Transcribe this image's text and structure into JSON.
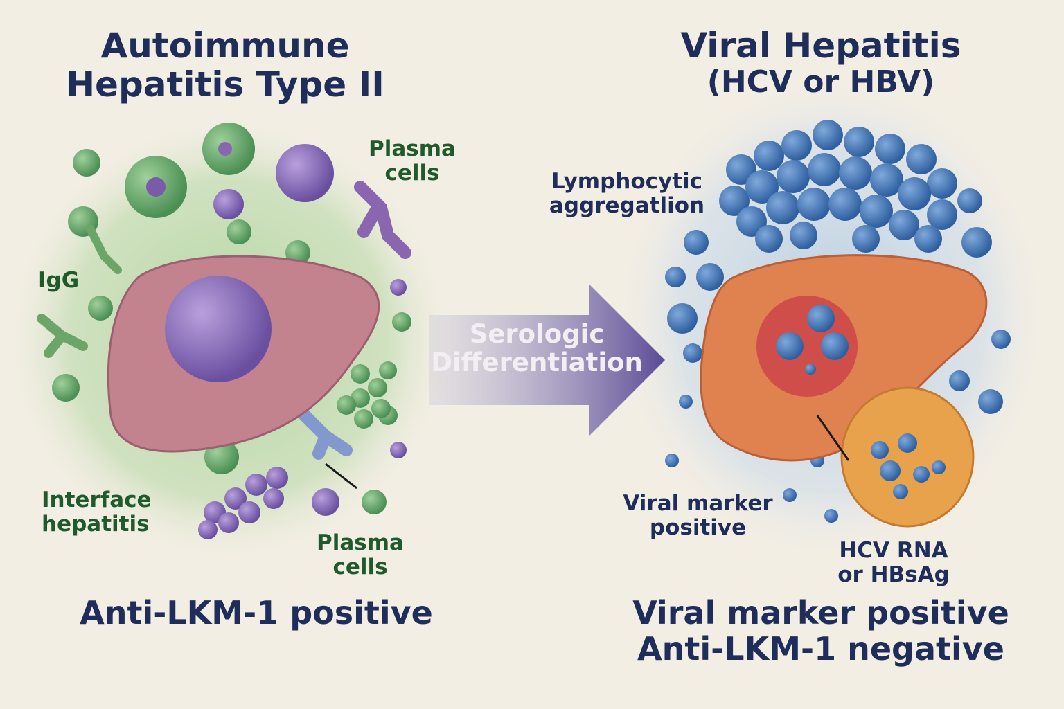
{
  "left": {
    "title_line1": "Autoimmune",
    "title_line2": "Hepatitis Type II",
    "label_plasma_top_1": "Plasma",
    "label_plasma_top_2": "cells",
    "label_igg": "IgG",
    "label_interface_1": "Interface",
    "label_interface_2": "hepatitis",
    "label_plasma_bottom_1": "Plasma",
    "label_plasma_bottom_2": "cells",
    "footer": "Anti-LKM-1 positive"
  },
  "arrow": {
    "line1": "Serologic",
    "line2": "Differentiation"
  },
  "right": {
    "title_line1": "Viral Hepatitis",
    "title_line2": "(HCV or HBV)",
    "label_lymph_1": "Lymphocytic",
    "label_lymph_2": "aggregatlion",
    "label_viral_1": "Viral marker",
    "label_viral_2": "positive",
    "label_hcv_1": "HCV RNA",
    "label_hcv_2": "or HBsAg",
    "footer_line1": "Viral marker positive",
    "footer_line2": "Anti-LKM-1 negative"
  },
  "colors": {
    "navy": "#1f2d5a",
    "green": "#1f5a2c",
    "purple": "#6a4fa0",
    "blue": "#3d74b8",
    "orange": "#e0824f"
  }
}
